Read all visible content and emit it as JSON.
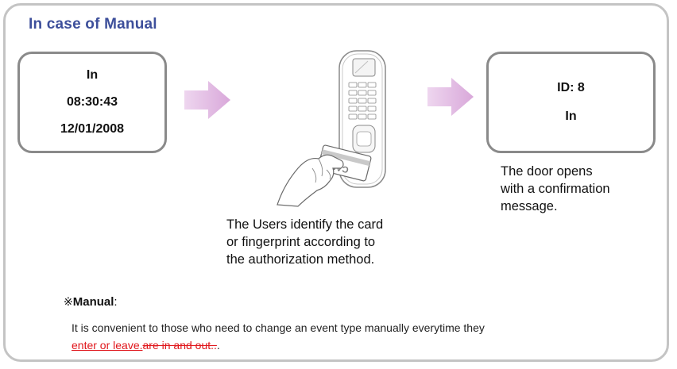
{
  "title": "In case of Manual",
  "left_screen": {
    "lines": [
      "In",
      "08:30:43",
      "12/01/2008"
    ]
  },
  "right_screen": {
    "lines": [
      "ID: 8",
      "In"
    ]
  },
  "device": {
    "card_label": "CARD"
  },
  "captions": {
    "middle": "The Users identify the card\nor fingerprint according to\nthe authorization method.",
    "right": "The door opens\nwith a confirmation\nmessage."
  },
  "note": {
    "mark": "※",
    "title": "Manual",
    "colon": ":",
    "body": "It is convenient to those who need to change an event type manually everytime they",
    "inserted_text": "enter or leave.",
    "deleted_text": "are in and out..",
    "end": "."
  },
  "colors": {
    "title": "#3d4f9b",
    "arrow": "#dcb3de",
    "frame": "#c4c4c4",
    "screen_border": "#8a8a8a",
    "revision": "#e0161b"
  }
}
